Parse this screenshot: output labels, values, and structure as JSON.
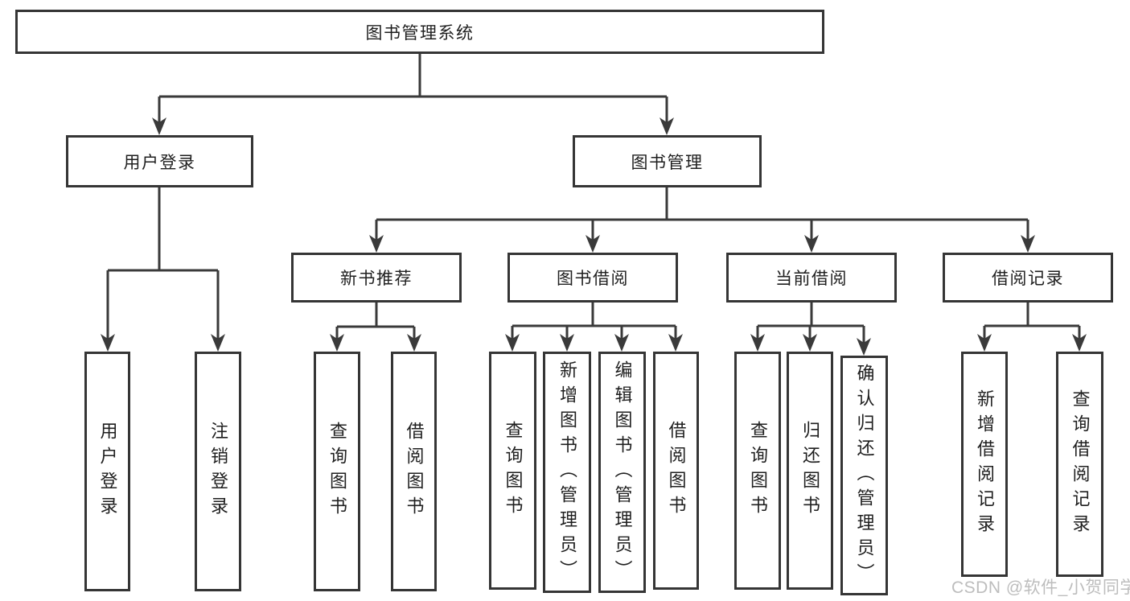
{
  "colors": {
    "line": "#3a3a3a",
    "box_border": "#353535",
    "box_fill": "#ffffff",
    "text": "#1f1f1f",
    "watermark": "#bdbdbd"
  },
  "watermark": "CSDN @软件_小贺同学",
  "tree": {
    "label": "图书管理系统",
    "children": [
      {
        "label": "用户登录",
        "children": [
          {
            "label": "用户登录"
          },
          {
            "label": "注销登录"
          }
        ]
      },
      {
        "label": "图书管理",
        "children": [
          {
            "label": "新书推荐",
            "children": [
              {
                "label": "查询图书"
              },
              {
                "label": "借阅图书"
              }
            ]
          },
          {
            "label": "图书借阅",
            "children": [
              {
                "label": "查询图书"
              },
              {
                "label": "新增图书（管理员）"
              },
              {
                "label": "编辑图书（管理员）"
              },
              {
                "label": "借阅图书"
              }
            ]
          },
          {
            "label": "当前借阅",
            "children": [
              {
                "label": "查询图书"
              },
              {
                "label": "归还图书"
              },
              {
                "label": "确认归还（管理员）"
              }
            ]
          },
          {
            "label": "借阅记录",
            "children": [
              {
                "label": "新增借阅记录"
              },
              {
                "label": "查询借阅记录"
              }
            ]
          }
        ]
      }
    ]
  }
}
